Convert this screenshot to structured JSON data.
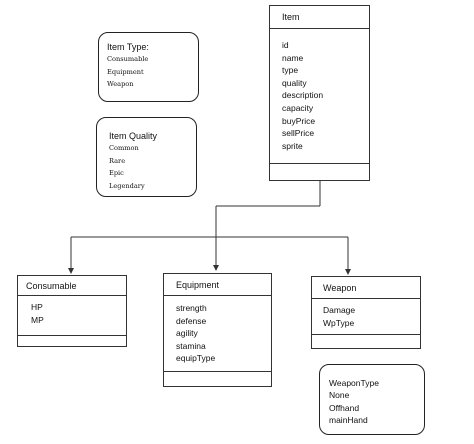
{
  "classes": {
    "item": {
      "name": "Item",
      "attributes": [
        "id",
        "name",
        "type",
        "quality",
        "description",
        "capacity",
        "buyPrice",
        "sellPrice",
        "sprite"
      ]
    },
    "consumable": {
      "name": "Consumable",
      "attributes": [
        "HP",
        "MP"
      ]
    },
    "equipment": {
      "name": "Equipment",
      "attributes": [
        "strength",
        "defense",
        "agility",
        "stamina",
        "equipType"
      ]
    },
    "weapon": {
      "name": "Weapon",
      "attributes": [
        "Damage",
        "WpType"
      ]
    }
  },
  "notes": {
    "item_type": {
      "title": "Item Type:",
      "items": [
        "Consumable",
        "Equipment",
        "Weapon"
      ]
    },
    "item_quality": {
      "title": "Item Quality",
      "items": [
        "Common",
        "Rare",
        "Epic",
        "Legendary"
      ]
    },
    "weapon_type": {
      "title": "WeaponType",
      "items": [
        "None",
        "Offhand",
        "mainHand"
      ]
    }
  },
  "colors": {
    "lines": "#333333",
    "background": "#ffffff"
  }
}
